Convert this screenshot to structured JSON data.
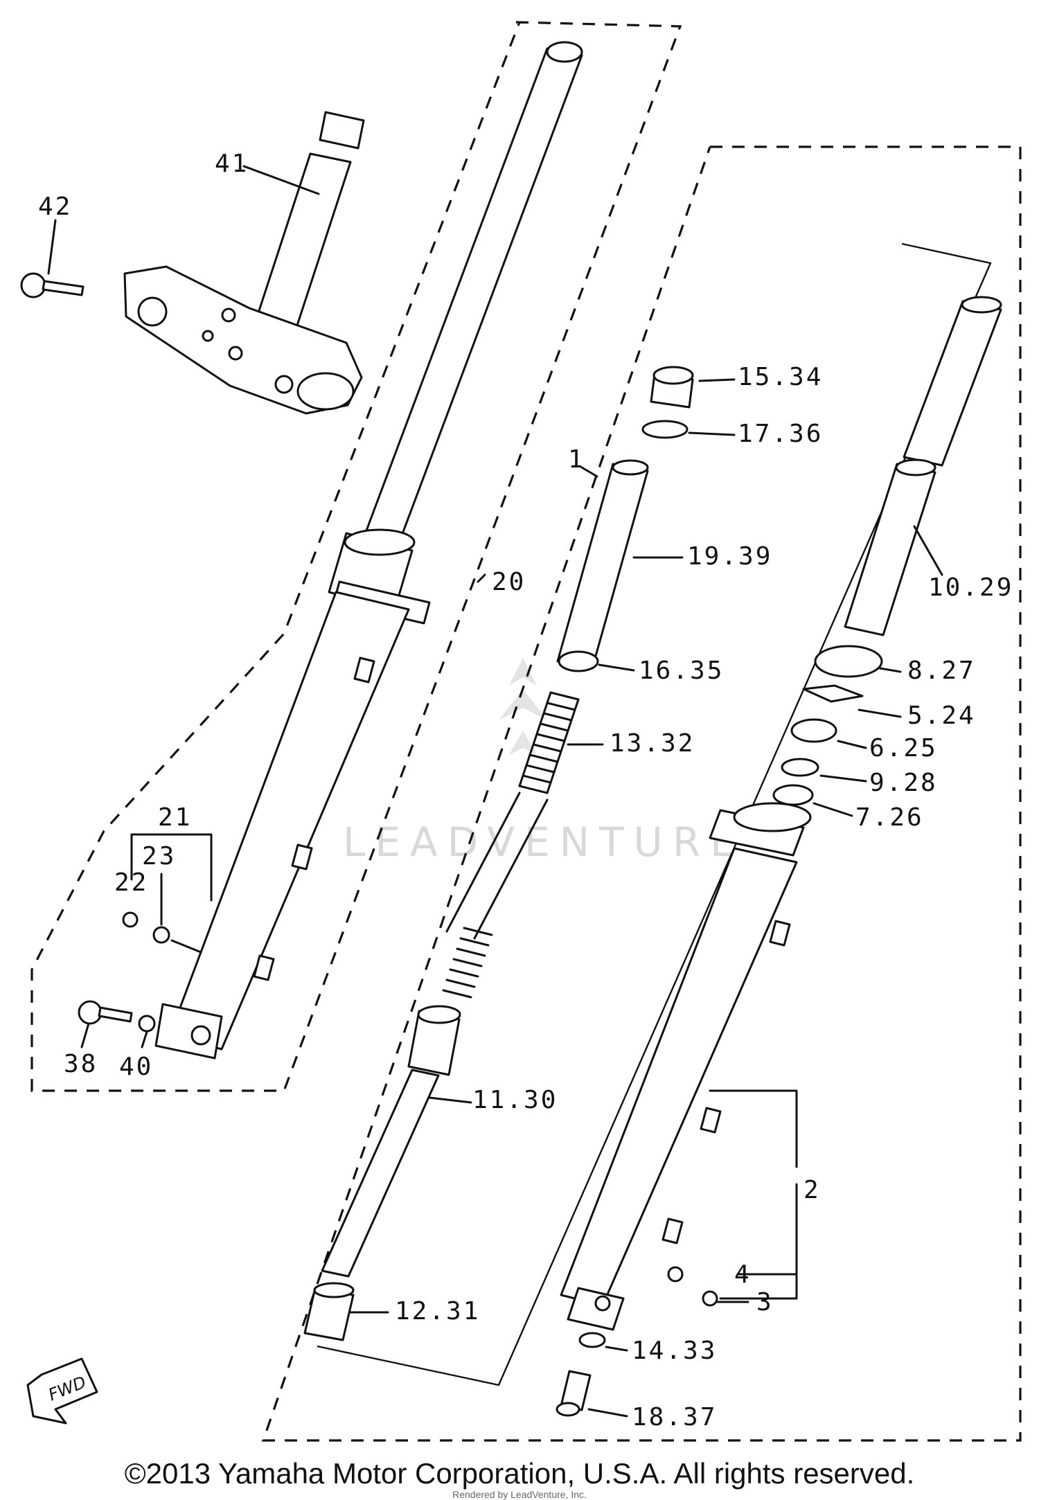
{
  "labels": {
    "l41": "41",
    "l42": "42",
    "l20": "20",
    "l21": "21",
    "l22": "22",
    "l23": "23",
    "l38": "38",
    "l40": "40",
    "l1": "1",
    "l15": "15.34",
    "l17": "17.36",
    "l19": "19.39",
    "l16": "16.35",
    "l13": "13.32",
    "l11": "11.30",
    "l12": "12.31",
    "l10": "10.29",
    "l8": "8.27",
    "l5": "5.24",
    "l6": "6.25",
    "l9": "9.28",
    "l7": "7.26",
    "l2": "2",
    "l4": "4",
    "l3": "3",
    "l14": "14.33",
    "l18": "18.37"
  },
  "fwd_label": "FWD",
  "watermark": "LEADVENTURE",
  "copyright": "©2013 Yamaha Motor Corporation, U.S.A. All rights reserved.",
  "sub_credit": "Rendered by LeadVenture, Inc."
}
